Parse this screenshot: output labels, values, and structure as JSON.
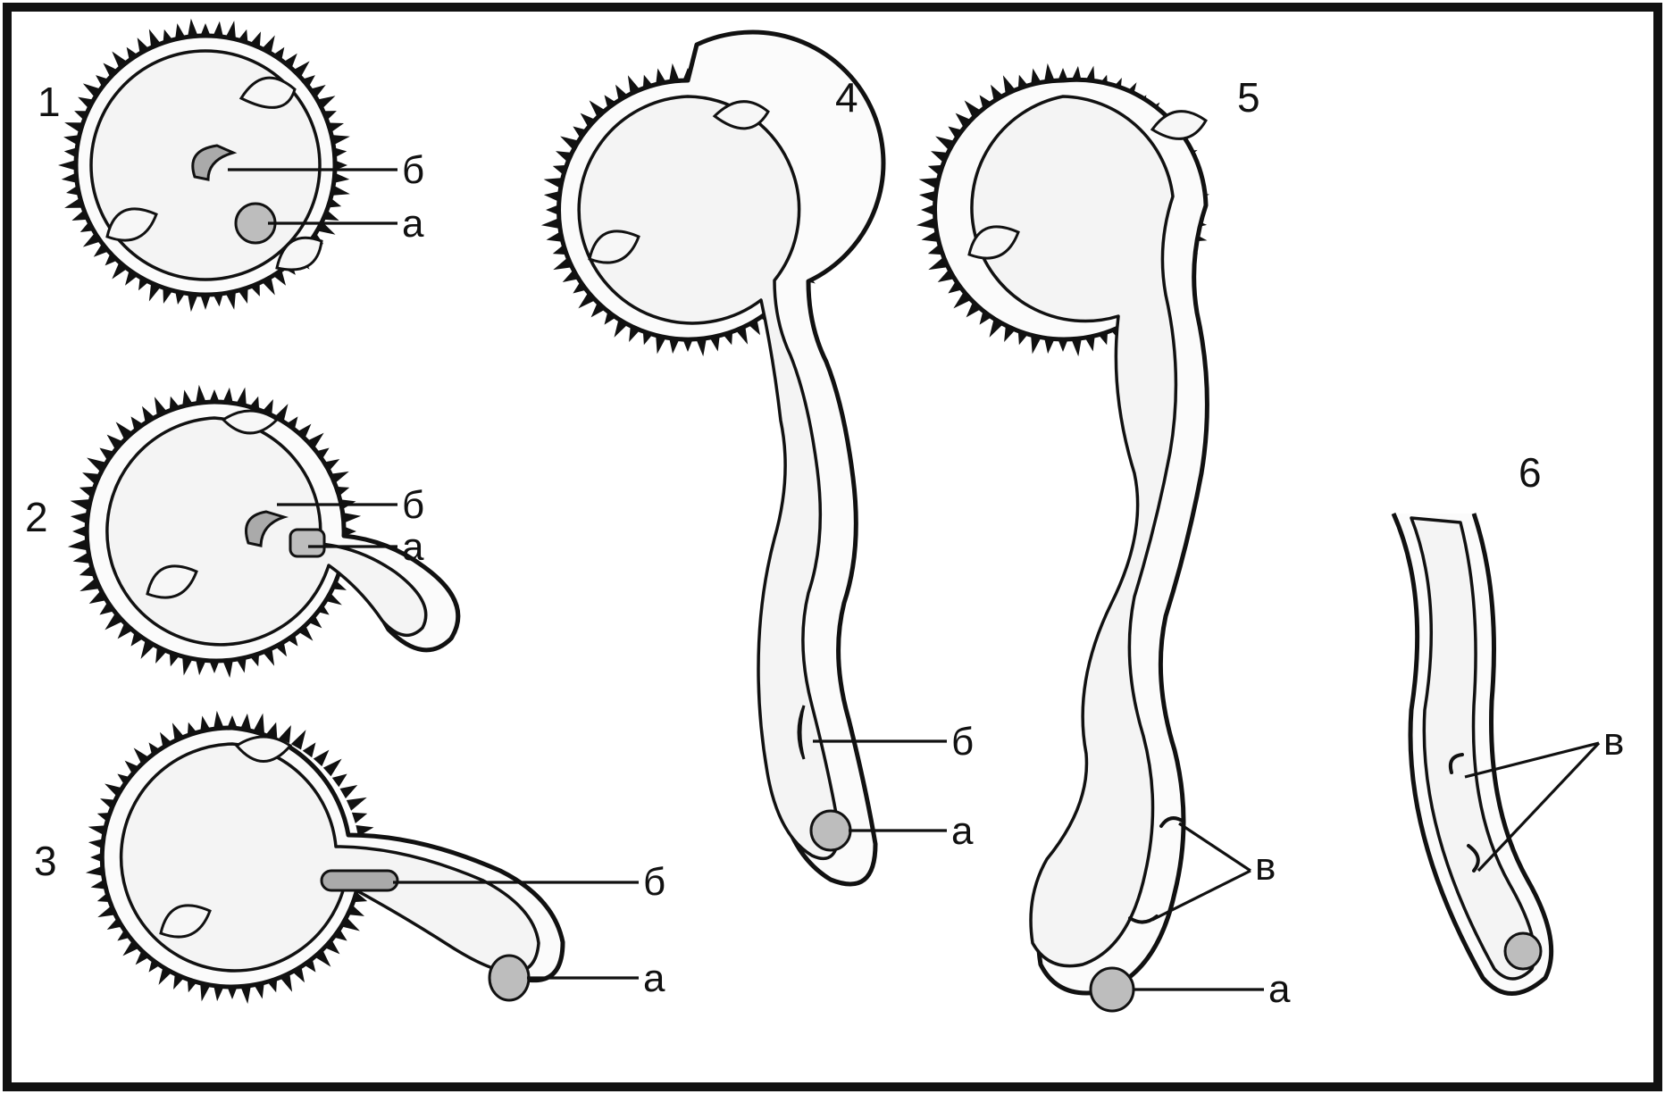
{
  "stage_numbers": [
    "1",
    "2",
    "3",
    "4",
    "5",
    "6"
  ],
  "labels": {
    "a": "а",
    "b": "б",
    "v": "в"
  }
}
